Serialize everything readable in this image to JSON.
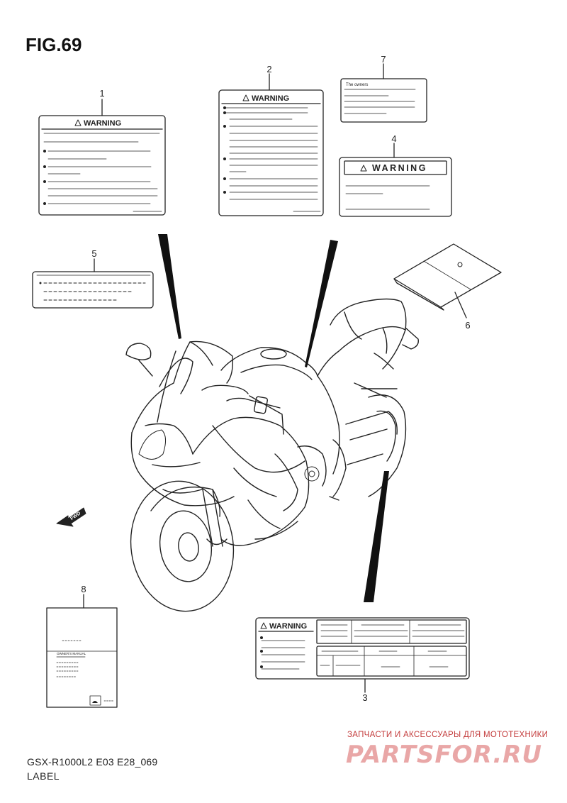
{
  "figure": {
    "title": "FIG.69",
    "code": "GSX-R1000L2 E03 E28_069",
    "name": "LABEL"
  },
  "callouts": [
    "1",
    "2",
    "3",
    "4",
    "5",
    "6",
    "7",
    "8"
  ],
  "labels": {
    "warning_text": "WARNING",
    "owners_text": "The owners",
    "manual_text": "OWNER'S MANUAL",
    "fwd_text": "FWD"
  },
  "watermark": {
    "tagline": "ЗАПЧАСТИ И АКСЕССУАРЫ ДЛЯ МОТОТЕХНИКИ",
    "logo": "PARTSFOR.RU"
  },
  "colors": {
    "line": "#222222",
    "watermark_red": "#c33b3b",
    "watermark_pink": "#e9a7a7"
  }
}
